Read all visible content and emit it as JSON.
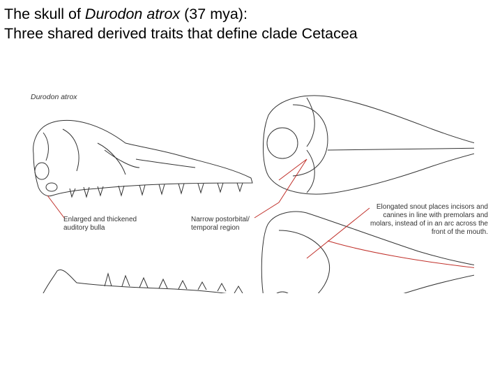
{
  "title": {
    "line1_prefix": "The skull of ",
    "line1_species": "Durodon atrox",
    "line1_suffix": "  (37 mya):",
    "line2": "Three shared derived traits that define clade Cetacea"
  },
  "figure": {
    "species_label": "Durodon atrox",
    "labels": {
      "bulla": "Enlarged and thickened auditory bulla",
      "narrow": "Narrow postorbital/ temporal region",
      "snout": "Elongated snout places incisors and canines in line with premolars and molars, instead of in an arc across the front of the mouth."
    }
  },
  "colors": {
    "leader_line": "#c0302a",
    "drawing": "#333333"
  }
}
